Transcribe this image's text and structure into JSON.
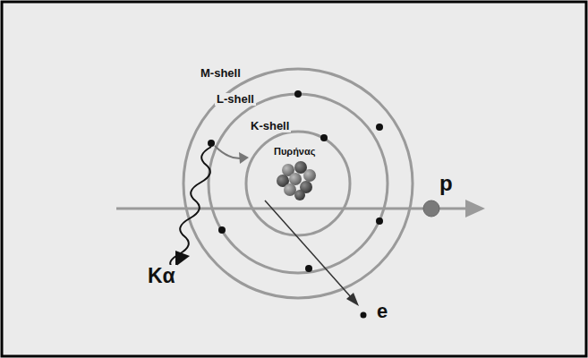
{
  "diagram": {
    "labels": [
      "M-shell",
      "L-shell",
      "K-shell",
      "Πυρήνας",
      "p",
      "e",
      "Kα"
    ]
  }
}
